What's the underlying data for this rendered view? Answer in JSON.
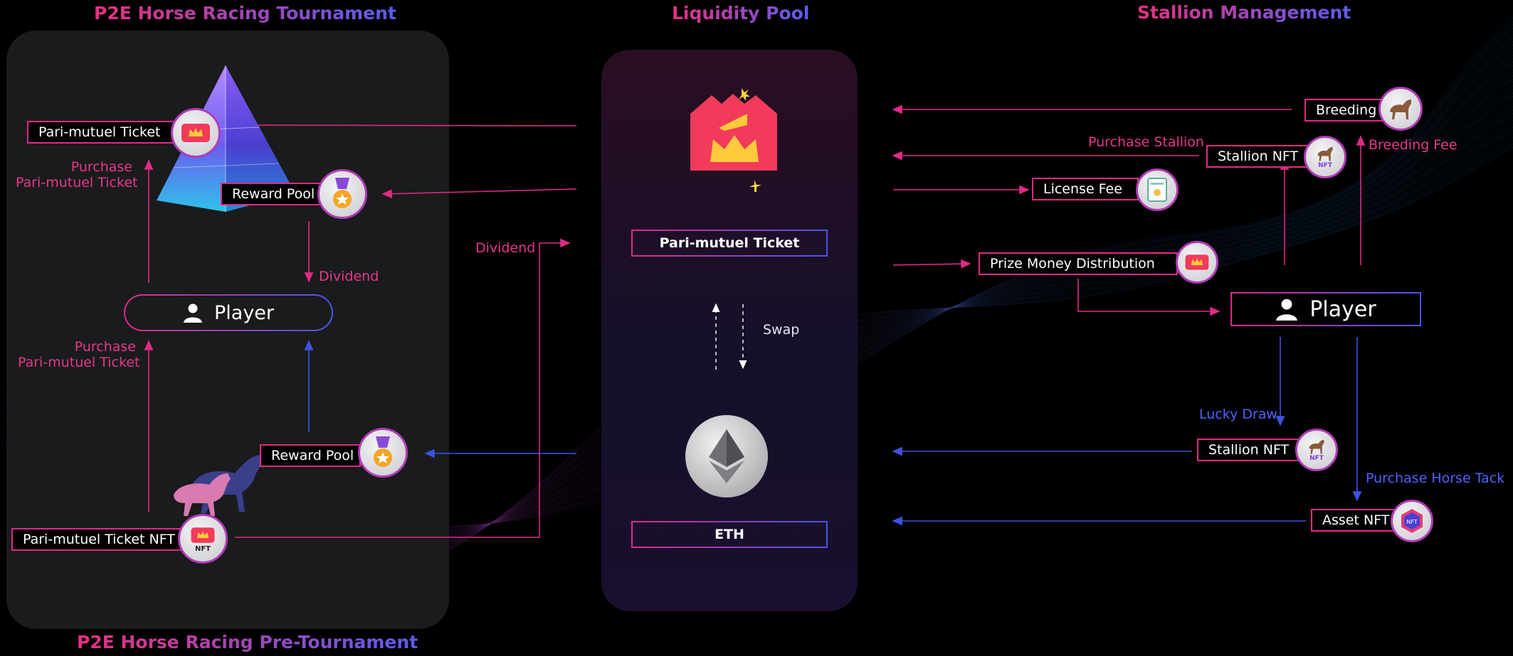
{
  "titles": {
    "left_top": "P2E Horse Racing Tournament",
    "center": "Liquidity Pool",
    "right": "Stallion Management",
    "left_bottom": "P2E Horse Racing Pre-Tournament"
  },
  "left": {
    "pari_ticket": "Pari-mutuel Ticket",
    "reward_pool_top": "Reward Pool",
    "dividend": "Dividend",
    "player": "Player",
    "purchase_top_1": "Purchase",
    "purchase_top_2": "Pari-mutuel Ticket",
    "purchase_bottom_1": "Purchase",
    "purchase_bottom_2": "Pari-mutuel Ticket",
    "reward_pool_bottom": "Reward Pool",
    "pari_ticket_nft": "Pari-mutuel Ticket NFT",
    "dividend_side": "Dividend"
  },
  "center": {
    "pari_ticket": "Pari-mutuel Ticket",
    "swap": "Swap",
    "eth": "ETH"
  },
  "right": {
    "breeding": "Breeding",
    "purchase_stallion": "Purchase Stallion",
    "stallion_nft_top": "Stallion NFT",
    "breeding_fee": "Breeding Fee",
    "license_fee": "License Fee",
    "prize_money": "Prize Money Distribution",
    "player": "Player",
    "lucky_draw": "Lucky Draw",
    "stallion_nft_bottom": "Stallion NFT",
    "purchase_tack": "Purchase Horse Tack",
    "asset_nft": "Asset NFT",
    "nft_badge": "NFT"
  },
  "colors": {
    "pink": "#e02a86",
    "blue": "#3d52e0",
    "purple": "#9b3fd4"
  }
}
